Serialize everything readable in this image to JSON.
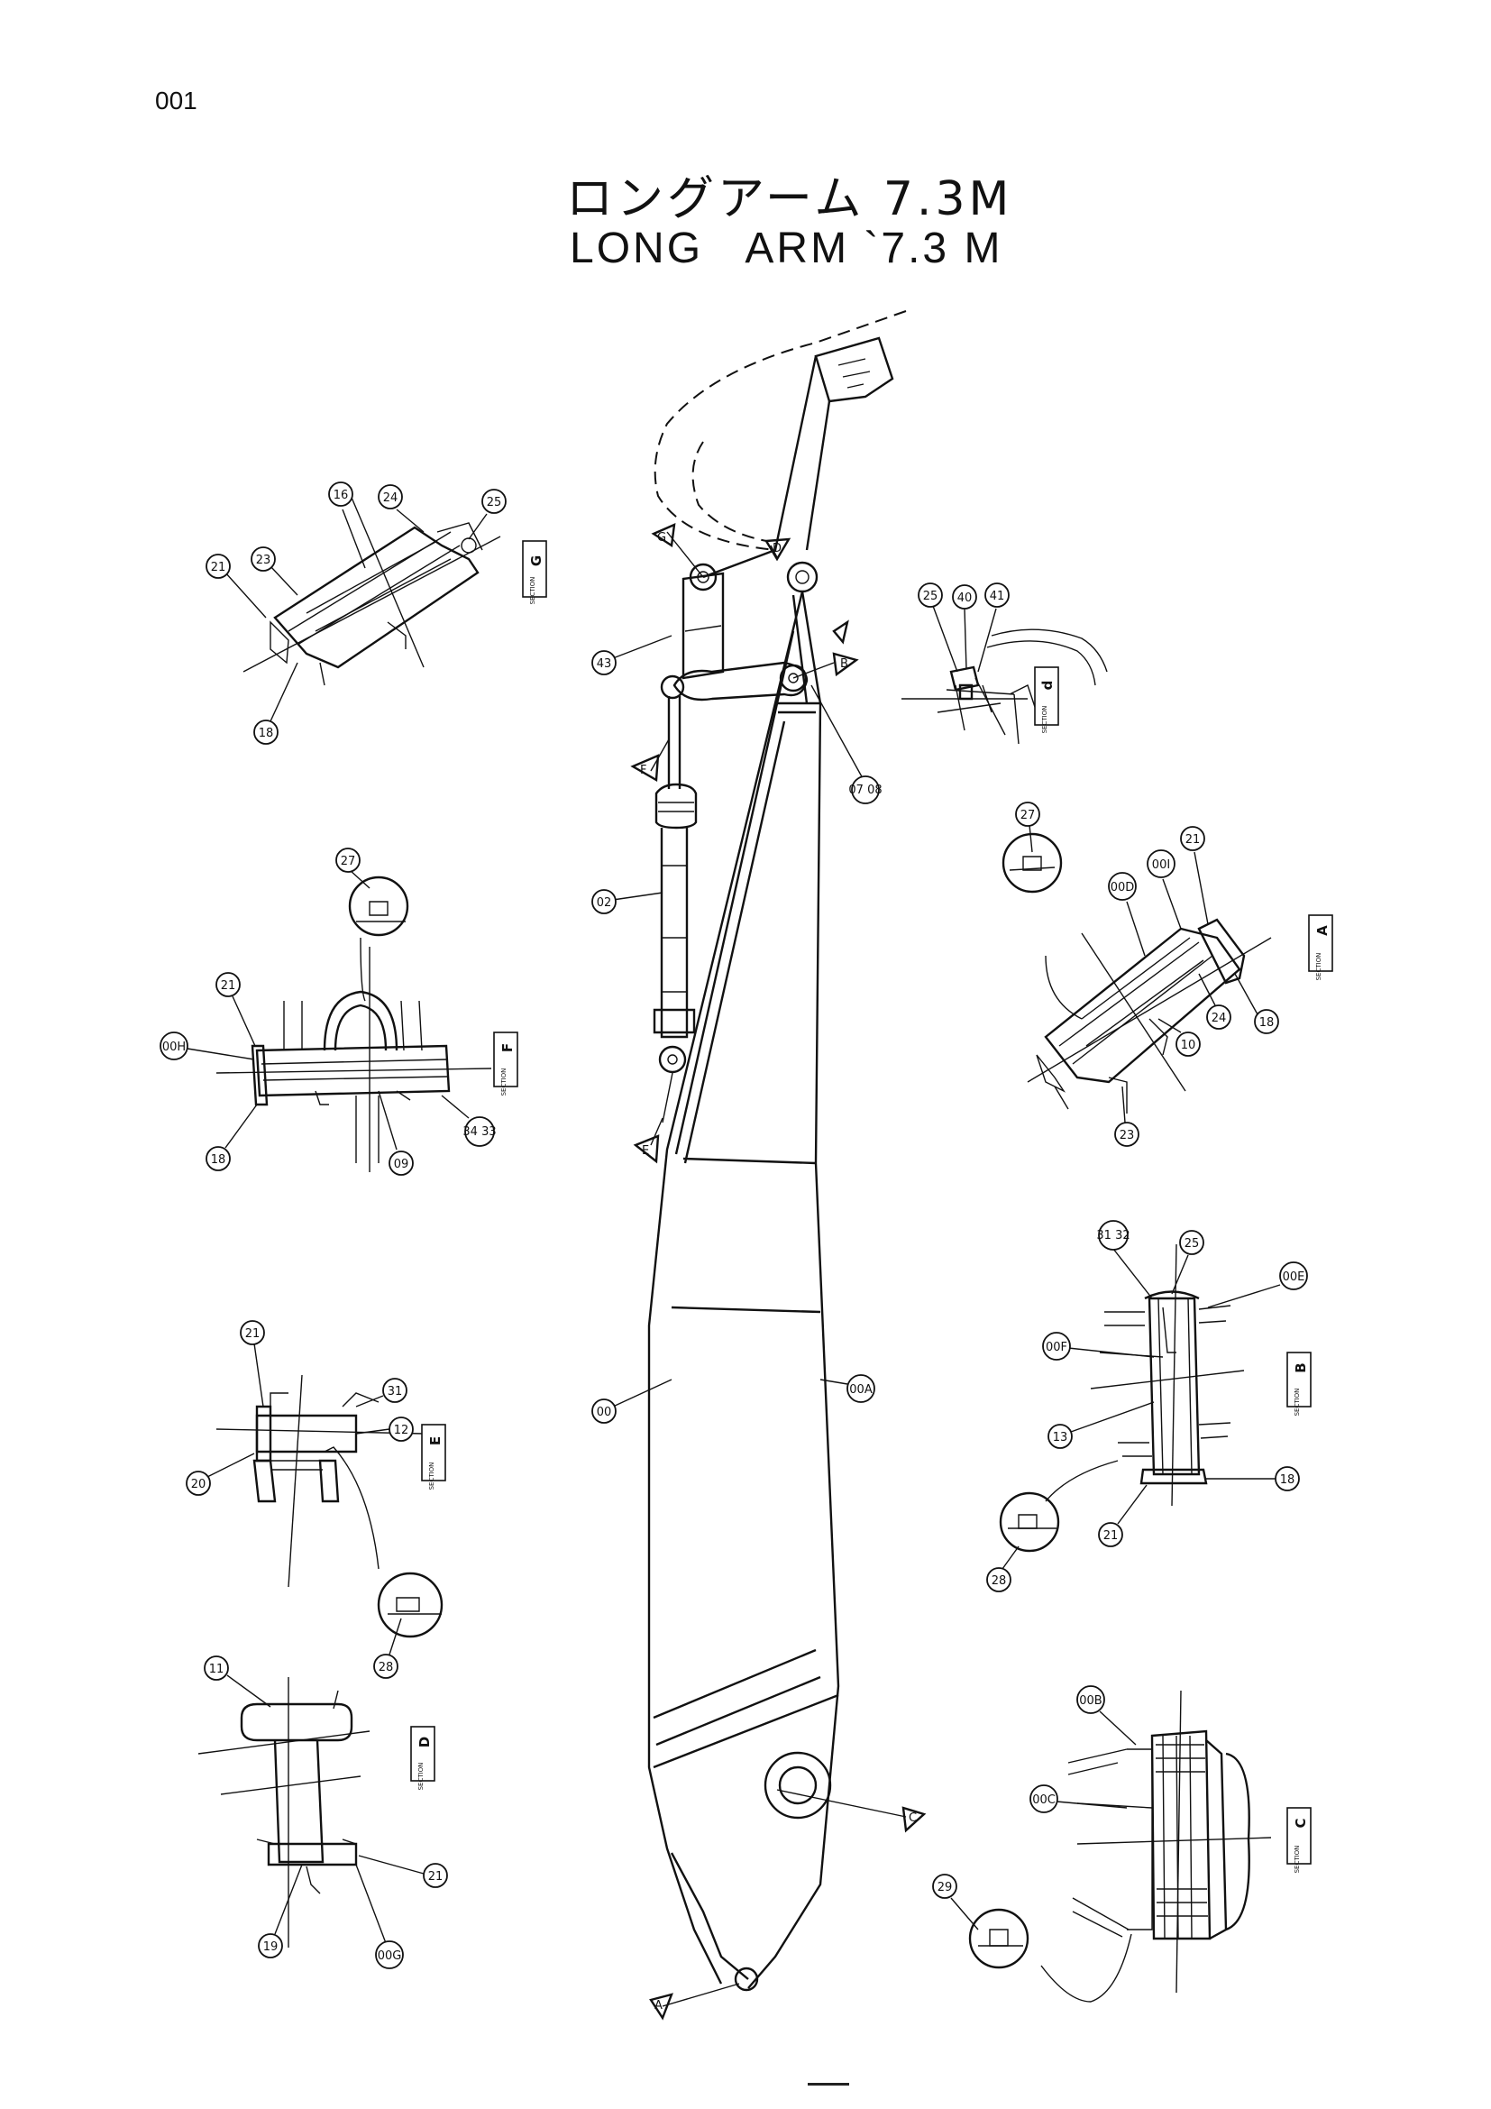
{
  "page_number": "001",
  "title": {
    "jp": "ロングアーム 7.3M",
    "en": "LONG   ARM `7.3 M"
  },
  "callouts": {
    "c_21_g": "21",
    "c_23_g": "23",
    "c_16_g": "16",
    "c_24_g": "24",
    "c_25_g": "25",
    "c_18_g": "18",
    "c_43": "43",
    "c_02": "02",
    "c_0708": "07 08",
    "c_25_d": "25",
    "c_40_d": "40",
    "c_41_d": "41",
    "c_27_a": "27",
    "c_00d_a": "00D",
    "c_00i_a": "00I",
    "c_21_a": "21",
    "c_18_a": "18",
    "c_24_a": "24",
    "c_10_a": "10",
    "c_23_a": "23",
    "c_27_f": "27",
    "c_21_f": "21",
    "c_00h_f": "00H",
    "c_18_f": "18",
    "c_09_f": "09",
    "c_3433_f": "34 33",
    "c_21_e": "21",
    "c_31_e": "31",
    "c_12_e": "12",
    "c_20_e": "20",
    "c_28_e": "28",
    "c_3132_b": "31 32",
    "c_25_b": "25",
    "c_00e_b": "00E",
    "c_00f_b": "00F",
    "c_13_b": "13",
    "c_18_b": "18",
    "c_21_b": "21",
    "c_28_b": "28",
    "c_00_main": "00",
    "c_00a_main": "00A",
    "c_11_d": "11",
    "c_19_d": "19",
    "c_00g_d": "00G",
    "c_21_d": "21",
    "c_00b_c": "00B",
    "c_00c_c": "00C",
    "c_29_c": "29"
  },
  "sections": {
    "g": "G",
    "d": "d",
    "a": "A",
    "f": "F",
    "e": "E",
    "b": "B",
    "dd": "D",
    "c": "C",
    "caption": "SECTION"
  },
  "arrows": {
    "g": "G",
    "d": "D",
    "b": "B",
    "f": "F",
    "e": "E",
    "c": "C",
    "a": "A"
  }
}
